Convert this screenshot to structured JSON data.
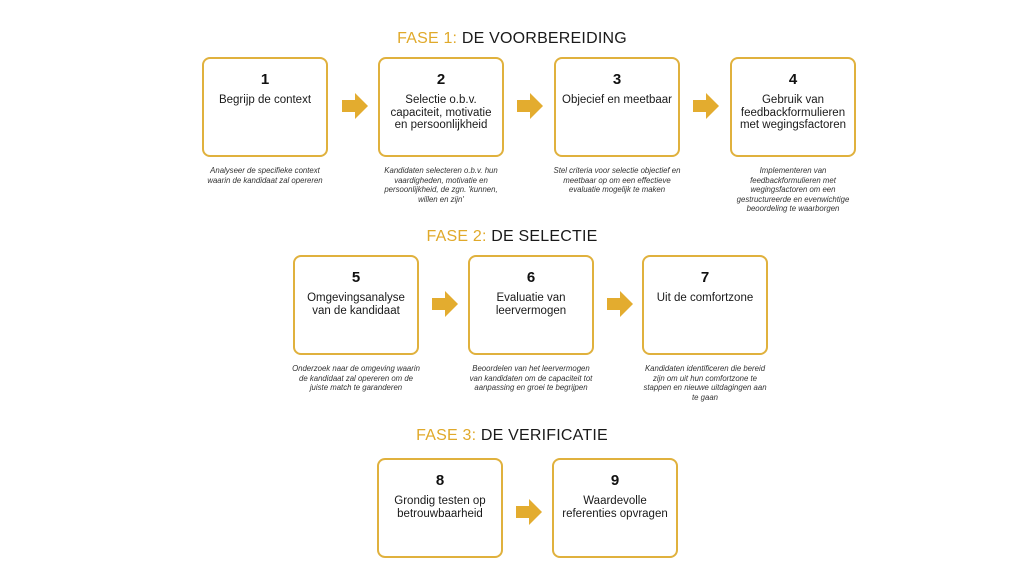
{
  "phases": [
    {
      "accent": "FASE 1:",
      "title": "DE VOORBEREIDING"
    },
    {
      "accent": "FASE 2:",
      "title": "DE SELECTIE"
    },
    {
      "accent": "FASE 3:",
      "title": "DE VERIFICATIE"
    }
  ],
  "steps": [
    {
      "number": "1",
      "label": "Begrijp de context",
      "description": "Analyseer de specifieke context waarin de kandidaat zal opereren"
    },
    {
      "number": "2",
      "label": "Selectie o.b.v. capaciteit, motivatie en persoonlijkheid",
      "description": "Kandidaten selecteren o.b.v. hun vaardigheden, motivatie en persoonlijkheid, de zgn. 'kunnen, willen en zijn'"
    },
    {
      "number": "3",
      "label": "Objecief en meetbaar",
      "description": "Stel criteria voor selectie objectief en meetbaar op om een effectieve evaluatie mogelijk te maken"
    },
    {
      "number": "4",
      "label": "Gebruik van feedbackformulieren met wegingsfactoren",
      "description": "Implementeren van feedbackformulieren met wegingsfactoren om een gestructureerde en evenwichtige beoordeling te waarborgen"
    },
    {
      "number": "5",
      "label": "Omgevingsanalyse van de kandidaat",
      "description": "Onderzoek naar de omgeving waarin de kandidaat zal opereren om de juiste match te garanderen"
    },
    {
      "number": "6",
      "label": "Evaluatie van leervermogen",
      "description": "Beoordelen van het leervermogen van kandidaten om de capaciteit tot aanpassing en groei te begrijpen"
    },
    {
      "number": "7",
      "label": "Uit de comfortzone",
      "description": "Kandidaten identificeren die bereid zijn om uit hun comfortzone te stappen en nieuwe uitdagingen aan te gaan"
    },
    {
      "number": "8",
      "label": "Grondig testen op betrouwbaarheid",
      "description": ""
    },
    {
      "number": "9",
      "label": "Waardevolle referenties opvragen",
      "description": ""
    }
  ],
  "colors": {
    "accent": "#e0a92a",
    "arrow": "#e3ac2f",
    "card_border": "#e0b13d",
    "text": "#1a1a1a"
  },
  "icons": {
    "arrow": "arrow-right-icon"
  }
}
